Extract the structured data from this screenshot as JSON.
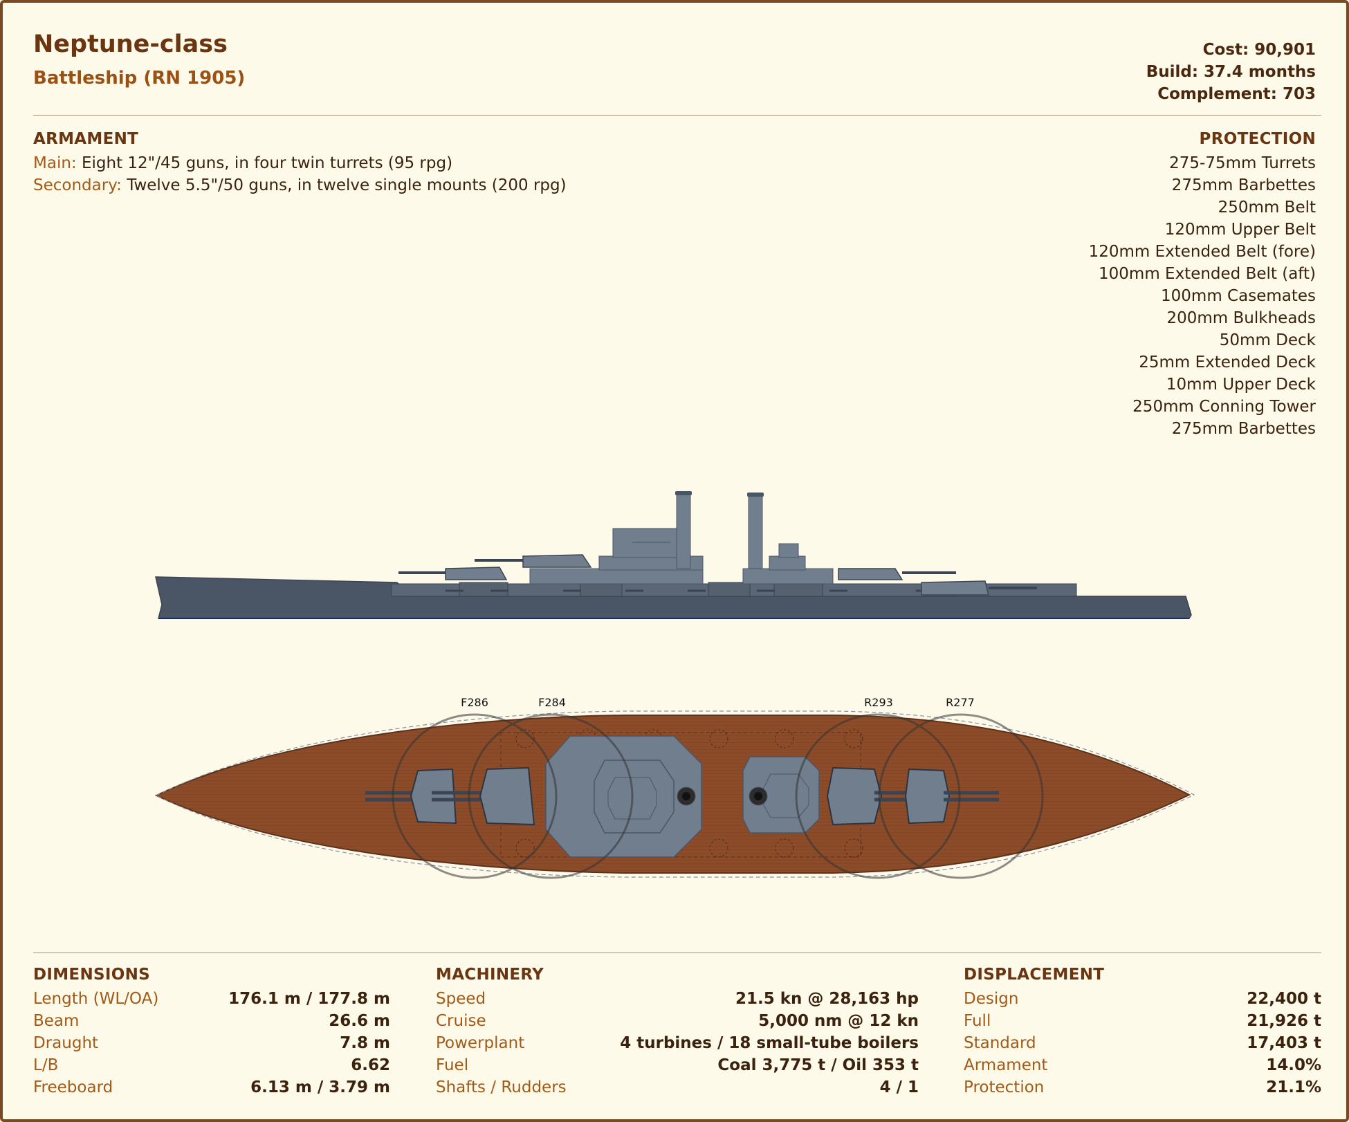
{
  "header": {
    "title": "Neptune-class",
    "subtitle": "Battleship (RN 1905)",
    "cost": "Cost: 90,901",
    "build": "Build: 37.4 months",
    "complement": "Complement: 703"
  },
  "armament": {
    "heading": "ARMAMENT",
    "main_label": "Main:",
    "main_value": " Eight 12\"/45 guns, in four twin turrets (95 rpg)",
    "secondary_label": "Secondary:",
    "secondary_value": " Twelve 5.5\"/50 guns, in twelve single mounts (200 rpg)"
  },
  "protection": {
    "heading": "PROTECTION",
    "items": [
      "275-75mm Turrets",
      "275mm Barbettes",
      "250mm Belt",
      "120mm Upper Belt",
      "120mm Extended Belt (fore)",
      "100mm Extended Belt (aft)",
      "100mm Casemates",
      "200mm Bulkheads",
      "50mm Deck",
      "25mm Extended Deck",
      "10mm Upper Deck",
      "250mm Conning Tower",
      "275mm Barbettes"
    ]
  },
  "arcs": {
    "labels": [
      "F286",
      "F284",
      "R293",
      "R277"
    ]
  },
  "dimensions": {
    "heading": "DIMENSIONS",
    "rows": [
      {
        "label": "Length (WL/OA)",
        "value": "176.1 m / 177.8 m"
      },
      {
        "label": "Beam",
        "value": "26.6 m"
      },
      {
        "label": "Draught",
        "value": "7.8 m"
      },
      {
        "label": "L/B",
        "value": "6.62"
      },
      {
        "label": "Freeboard",
        "value": "6.13 m / 3.79 m"
      }
    ]
  },
  "machinery": {
    "heading": "MACHINERY",
    "rows": [
      {
        "label": "Speed",
        "value": "21.5 kn @ 28,163 hp"
      },
      {
        "label": "Cruise",
        "value": "5,000 nm @ 12 kn"
      },
      {
        "label": "Powerplant",
        "value": "4 turbines / 18 small-tube boilers"
      },
      {
        "label": "Fuel",
        "value": "Coal 3,775 t / Oil 353 t"
      },
      {
        "label": "Shafts / Rudders",
        "value": "4 / 1"
      }
    ]
  },
  "displacement": {
    "heading": "DISPLACEMENT",
    "rows": [
      {
        "label": "Design",
        "value": "22,400 t"
      },
      {
        "label": "Full",
        "value": "21,926 t"
      },
      {
        "label": "Standard",
        "value": "17,403 t"
      },
      {
        "label": "Armament",
        "value": "14.0%"
      },
      {
        "label": "Protection",
        "value": "21.1%"
      }
    ]
  },
  "colors": {
    "hull": "#4a5566",
    "superstructure": "#717e8e",
    "deck": "#8c4c2a",
    "accent_text": "#a35a18",
    "heading_text": "#6a3510",
    "border": "#7a4a22",
    "background": "#fdfae9"
  }
}
